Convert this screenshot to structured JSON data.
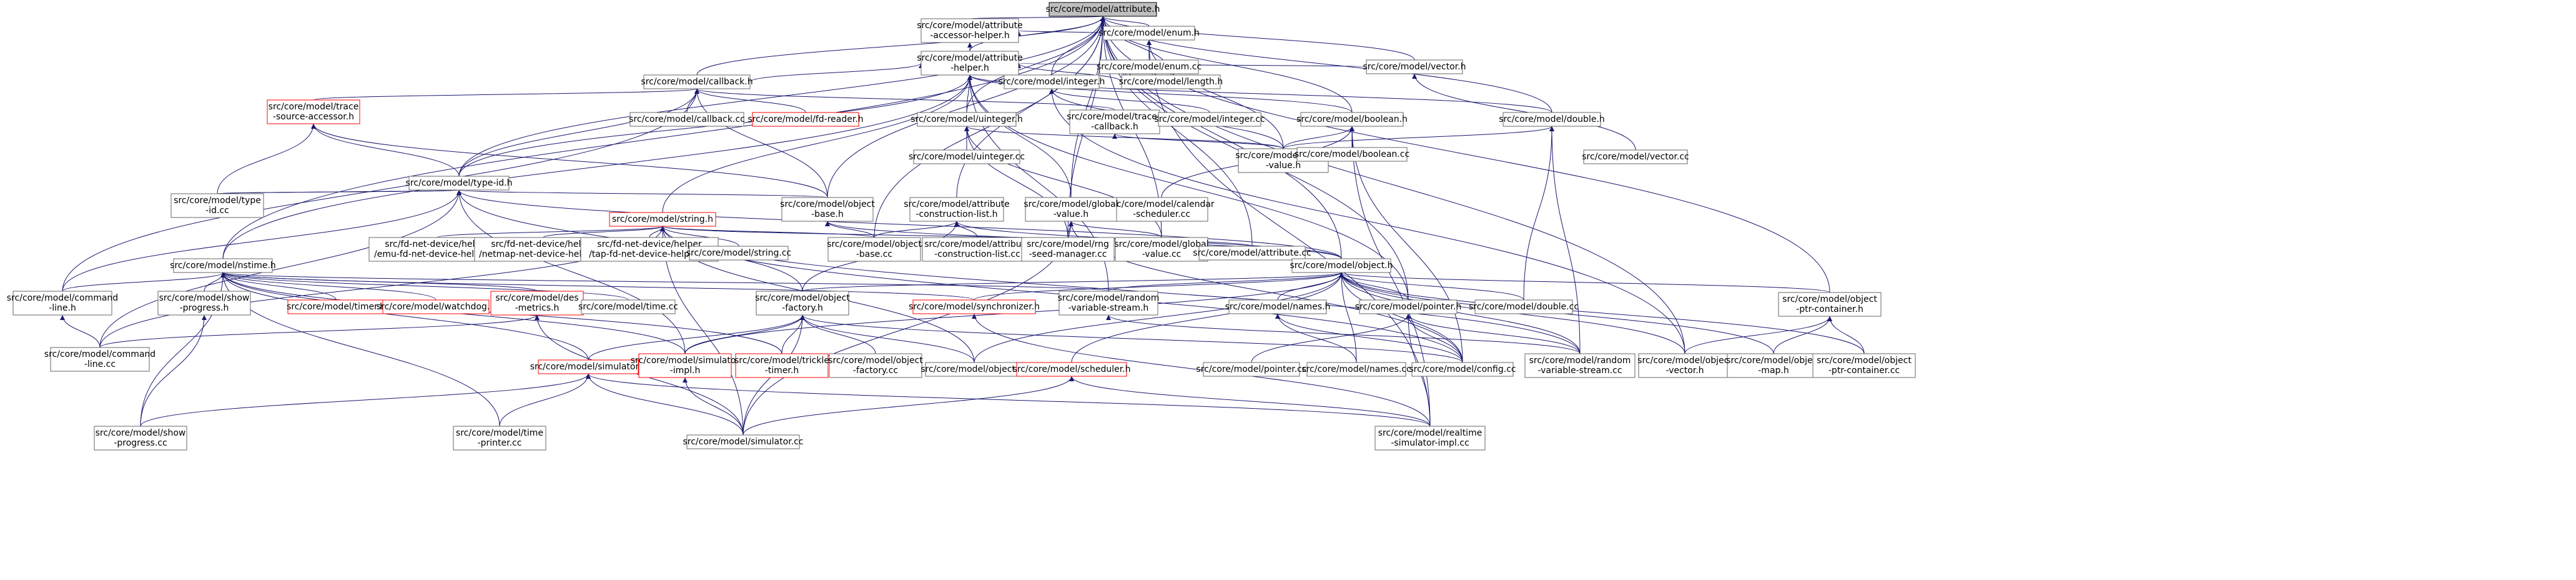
{
  "nodes": [
    {
      "id": "attr",
      "lines": [
        "src/core/model/attribute.h"
      ],
      "kind": "root"
    },
    {
      "id": "acc",
      "lines": [
        "src/core/model/attribute",
        "-accessor-helper.h"
      ]
    },
    {
      "id": "enum",
      "lines": [
        "src/core/model/enum.h"
      ]
    },
    {
      "id": "ahelp",
      "lines": [
        "src/core/model/attribute",
        "-helper.h"
      ]
    },
    {
      "id": "enumcc",
      "lines": [
        "src/core/model/enum.cc"
      ]
    },
    {
      "id": "vector",
      "lines": [
        "src/core/model/vector.h"
      ]
    },
    {
      "id": "callback",
      "lines": [
        "src/core/model/callback.h"
      ]
    },
    {
      "id": "integer",
      "lines": [
        "src/core/model/integer.h"
      ]
    },
    {
      "id": "length",
      "lines": [
        "src/core/model/length.h"
      ]
    },
    {
      "id": "trace",
      "lines": [
        "src/core/model/trace",
        "-source-accessor.h"
      ],
      "kind": "red"
    },
    {
      "id": "callbackcc",
      "lines": [
        "src/core/model/callback.cc"
      ]
    },
    {
      "id": "fdreader",
      "lines": [
        "src/core/model/fd-reader.h"
      ],
      "kind": "red"
    },
    {
      "id": "uinteger",
      "lines": [
        "src/core/model/uinteger.h"
      ]
    },
    {
      "id": "tracedcb",
      "lines": [
        "src/core/model/traced",
        "-callback.h"
      ]
    },
    {
      "id": "integercc",
      "lines": [
        "src/core/model/integer.cc"
      ]
    },
    {
      "id": "boolean",
      "lines": [
        "src/core/model/boolean.h"
      ]
    },
    {
      "id": "double",
      "lines": [
        "src/core/model/double.h"
      ]
    },
    {
      "id": "vectorcc",
      "lines": [
        "src/core/model/vector.cc"
      ]
    },
    {
      "id": "typeid",
      "lines": [
        "src/core/model/type-id.h"
      ]
    },
    {
      "id": "uintegercc",
      "lines": [
        "src/core/model/uinteger.cc"
      ]
    },
    {
      "id": "tracedval",
      "lines": [
        "src/core/model/traced",
        "-value.h"
      ]
    },
    {
      "id": "booleancc",
      "lines": [
        "src/core/model/boolean.cc"
      ]
    },
    {
      "id": "typeidcc",
      "lines": [
        "src/core/model/type",
        "-id.cc"
      ]
    },
    {
      "id": "string",
      "lines": [
        "src/core/model/string.h"
      ],
      "kind": "red"
    },
    {
      "id": "objbase",
      "lines": [
        "src/core/model/object",
        "-base.h"
      ]
    },
    {
      "id": "acl",
      "lines": [
        "src/core/model/attribute",
        "-construction-list.h"
      ]
    },
    {
      "id": "calsched",
      "lines": [
        "src/core/model/calendar",
        "-scheduler.cc"
      ]
    },
    {
      "id": "globalval",
      "lines": [
        "src/core/model/global",
        "-value.h"
      ]
    },
    {
      "id": "nstime",
      "lines": [
        "src/core/model/nstime.h"
      ]
    },
    {
      "id": "emufd",
      "lines": [
        "src/fd-net-device/helper",
        "/emu-fd-net-device-helper.cc"
      ]
    },
    {
      "id": "netmapfd",
      "lines": [
        "src/fd-net-device/helper",
        "/netmap-net-device-helper.cc"
      ]
    },
    {
      "id": "tapfd",
      "lines": [
        "src/fd-net-device/helper",
        "/tap-fd-net-device-helper.cc"
      ]
    },
    {
      "id": "stringcc",
      "lines": [
        "src/core/model/string.cc"
      ]
    },
    {
      "id": "objbasecc",
      "lines": [
        "src/core/model/object",
        "-base.cc"
      ]
    },
    {
      "id": "aclcc",
      "lines": [
        "src/core/model/attribute",
        "-construction-list.cc"
      ]
    },
    {
      "id": "rngseed",
      "lines": [
        "src/core/model/rng",
        "-seed-manager.cc"
      ]
    },
    {
      "id": "globalvalcc",
      "lines": [
        "src/core/model/global",
        "-value.cc"
      ]
    },
    {
      "id": "attrcc",
      "lines": [
        "src/core/model/attribute.cc"
      ]
    },
    {
      "id": "object",
      "lines": [
        "src/core/model/object.h"
      ]
    },
    {
      "id": "cmdline",
      "lines": [
        "src/core/model/command",
        "-line.h"
      ]
    },
    {
      "id": "showprog",
      "lines": [
        "src/core/model/show",
        "-progress.h"
      ]
    },
    {
      "id": "timer",
      "lines": [
        "src/core/model/timer.h"
      ],
      "kind": "red"
    },
    {
      "id": "watchdog",
      "lines": [
        "src/core/model/watchdog.h"
      ],
      "kind": "red"
    },
    {
      "id": "desmetrics",
      "lines": [
        "src/core/model/des",
        "-metrics.h"
      ],
      "kind": "red"
    },
    {
      "id": "timecc",
      "lines": [
        "src/core/model/time.cc"
      ]
    },
    {
      "id": "objfactory",
      "lines": [
        "src/core/model/object",
        "-factory.h"
      ]
    },
    {
      "id": "sync",
      "lines": [
        "src/core/model/synchronizer.h"
      ],
      "kind": "red"
    },
    {
      "id": "randvar",
      "lines": [
        "src/core/model/random",
        "-variable-stream.h"
      ]
    },
    {
      "id": "names",
      "lines": [
        "src/core/model/names.h"
      ]
    },
    {
      "id": "pointer",
      "lines": [
        "src/core/model/pointer.h"
      ]
    },
    {
      "id": "doublecc",
      "lines": [
        "src/core/model/double.cc"
      ]
    },
    {
      "id": "objptr",
      "lines": [
        "src/core/model/object",
        "-ptr-container.h"
      ]
    },
    {
      "id": "cmdlinecc",
      "lines": [
        "src/core/model/command",
        "-line.cc"
      ]
    },
    {
      "id": "simulator",
      "lines": [
        "src/core/model/simulator.h"
      ],
      "kind": "red"
    },
    {
      "id": "simimpl",
      "lines": [
        "src/core/model/simulator",
        "-impl.h"
      ],
      "kind": "red"
    },
    {
      "id": "trickle",
      "lines": [
        "src/core/model/trickle",
        "-timer.h"
      ],
      "kind": "red"
    },
    {
      "id": "objfactorycc",
      "lines": [
        "src/core/model/object",
        "-factory.cc"
      ]
    },
    {
      "id": "objectcc",
      "lines": [
        "src/core/model/object.cc"
      ]
    },
    {
      "id": "scheduler",
      "lines": [
        "src/core/model/scheduler.h"
      ],
      "kind": "red"
    },
    {
      "id": "pointercc",
      "lines": [
        "src/core/model/pointer.cc"
      ]
    },
    {
      "id": "namescc",
      "lines": [
        "src/core/model/names.cc"
      ]
    },
    {
      "id": "configcc",
      "lines": [
        "src/core/model/config.cc"
      ]
    },
    {
      "id": "randvarcc",
      "lines": [
        "src/core/model/random",
        "-variable-stream.cc"
      ]
    },
    {
      "id": "objvector",
      "lines": [
        "src/core/model/object",
        "-vector.h"
      ]
    },
    {
      "id": "objmap",
      "lines": [
        "src/core/model/object",
        "-map.h"
      ]
    },
    {
      "id": "objptrcc",
      "lines": [
        "src/core/model/object",
        "-ptr-container.cc"
      ]
    },
    {
      "id": "showprogcc",
      "lines": [
        "src/core/model/show",
        "-progress.cc"
      ]
    },
    {
      "id": "timeprinter",
      "lines": [
        "src/core/model/time",
        "-printer.cc"
      ]
    },
    {
      "id": "simulatorcc",
      "lines": [
        "src/core/model/simulator.cc"
      ]
    },
    {
      "id": "realtime",
      "lines": [
        "src/core/model/realtime",
        "-simulator-impl.cc"
      ]
    }
  ],
  "edges": [
    [
      "acc",
      "attr"
    ],
    [
      "enum",
      "attr"
    ],
    [
      "ahelp",
      "attr"
    ],
    [
      "ahelp",
      "acc"
    ],
    [
      "enum",
      "acc"
    ],
    [
      "vector",
      "attr"
    ],
    [
      "callback",
      "attr"
    ],
    [
      "integer",
      "attr"
    ],
    [
      "length",
      "attr"
    ],
    [
      "uinteger",
      "attr"
    ],
    [
      "boolean",
      "attr"
    ],
    [
      "double",
      "attr"
    ],
    [
      "typeid",
      "attr"
    ],
    [
      "acl",
      "attr"
    ],
    [
      "globalval",
      "attr"
    ],
    [
      "nstime",
      "attr"
    ],
    [
      "object",
      "attr"
    ],
    [
      "pointer",
      "attr"
    ],
    [
      "objptr",
      "attr"
    ],
    [
      "objvector",
      "attr"
    ],
    [
      "attrcc",
      "attr"
    ],
    [
      "objbase",
      "attr"
    ],
    [
      "objbasecc",
      "attr"
    ],
    [
      "rngseed",
      "attr"
    ],
    [
      "globalvalcc",
      "attr"
    ],
    [
      "enumcc",
      "enum"
    ],
    [
      "tracedval",
      "enum"
    ],
    [
      "realtime",
      "enum"
    ],
    [
      "callback",
      "ahelp"
    ],
    [
      "integer",
      "ahelp"
    ],
    [
      "length",
      "ahelp"
    ],
    [
      "vector",
      "ahelp"
    ],
    [
      "uinteger",
      "ahelp"
    ],
    [
      "boolean",
      "ahelp"
    ],
    [
      "double",
      "ahelp"
    ],
    [
      "typeid",
      "ahelp"
    ],
    [
      "string",
      "ahelp"
    ],
    [
      "nstime",
      "ahelp"
    ],
    [
      "pointer",
      "ahelp"
    ],
    [
      "randvar",
      "ahelp"
    ],
    [
      "globalval",
      "ahelp"
    ],
    [
      "trace",
      "callback"
    ],
    [
      "callbackcc",
      "callback"
    ],
    [
      "fdreader",
      "callback"
    ],
    [
      "tracedcb",
      "callback"
    ],
    [
      "typeid",
      "callback"
    ],
    [
      "cmdline",
      "callback"
    ],
    [
      "objbase",
      "callback"
    ],
    [
      "integercc",
      "integer"
    ],
    [
      "tracedval",
      "integer"
    ],
    [
      "objvector",
      "integer"
    ],
    [
      "vectorcc",
      "vector"
    ],
    [
      "uintegercc",
      "uinteger"
    ],
    [
      "tracedval",
      "uinteger"
    ],
    [
      "globalvalcc",
      "uinteger"
    ],
    [
      "rngseed",
      "uinteger"
    ],
    [
      "tracedval",
      "tracedcb"
    ],
    [
      "booleancc",
      "boolean"
    ],
    [
      "tracedval",
      "boolean"
    ],
    [
      "calsched",
      "boolean"
    ],
    [
      "configcc",
      "boolean"
    ],
    [
      "realtime",
      "boolean"
    ],
    [
      "tracedval",
      "double"
    ],
    [
      "doublecc",
      "double"
    ],
    [
      "randvarcc",
      "double"
    ],
    [
      "typeid",
      "trace"
    ],
    [
      "objbase",
      "trace"
    ],
    [
      "typeidcc",
      "trace"
    ],
    [
      "typeidcc",
      "typeid"
    ],
    [
      "objbase",
      "typeid"
    ],
    [
      "cmdline",
      "typeid"
    ],
    [
      "cmdlinecc",
      "typeid"
    ],
    [
      "object",
      "typeid"
    ],
    [
      "objfactory",
      "typeid"
    ],
    [
      "simimpl",
      "typeid"
    ],
    [
      "typeidcc",
      "typeid"
    ],
    [
      "emufd",
      "string"
    ],
    [
      "netmapfd",
      "string"
    ],
    [
      "tapfd",
      "string"
    ],
    [
      "stringcc",
      "string"
    ],
    [
      "objbasecc",
      "string"
    ],
    [
      "attrcc",
      "string"
    ],
    [
      "cmdlinecc",
      "string"
    ],
    [
      "objectcc",
      "string"
    ],
    [
      "configcc",
      "string"
    ],
    [
      "simulatorcc",
      "string"
    ],
    [
      "randvarcc",
      "string"
    ],
    [
      "objbasecc",
      "objbase"
    ],
    [
      "object",
      "objbase"
    ],
    [
      "aclcc",
      "acl"
    ],
    [
      "objbasecc",
      "acl"
    ],
    [
      "object",
      "acl"
    ],
    [
      "objfactory",
      "acl"
    ],
    [
      "rngseed",
      "globalval"
    ],
    [
      "globalvalcc",
      "globalval"
    ],
    [
      "simulatorcc",
      "globalval"
    ],
    [
      "configcc",
      "globalval"
    ],
    [
      "cmdline",
      "nstime"
    ],
    [
      "showprog",
      "nstime"
    ],
    [
      "timer",
      "nstime"
    ],
    [
      "watchdog",
      "nstime"
    ],
    [
      "desmetrics",
      "nstime"
    ],
    [
      "timecc",
      "nstime"
    ],
    [
      "sync",
      "nstime"
    ],
    [
      "randvar",
      "nstime"
    ],
    [
      "simulator",
      "nstime"
    ],
    [
      "simimpl",
      "nstime"
    ],
    [
      "trickle",
      "nstime"
    ],
    [
      "showprogcc",
      "nstime"
    ],
    [
      "timeprinter",
      "nstime"
    ],
    [
      "objfactory",
      "object"
    ],
    [
      "sync",
      "object"
    ],
    [
      "randvar",
      "object"
    ],
    [
      "names",
      "object"
    ],
    [
      "pointer",
      "object"
    ],
    [
      "doublecc",
      "object"
    ],
    [
      "objptr",
      "object"
    ],
    [
      "simimpl",
      "object"
    ],
    [
      "scheduler",
      "object"
    ],
    [
      "objectcc",
      "object"
    ],
    [
      "configcc",
      "object"
    ],
    [
      "namescc",
      "object"
    ],
    [
      "randvarcc",
      "object"
    ],
    [
      "objvector",
      "object"
    ],
    [
      "objmap",
      "object"
    ],
    [
      "objptrcc",
      "object"
    ],
    [
      "cmdlinecc",
      "cmdline"
    ],
    [
      "showprogcc",
      "showprog"
    ],
    [
      "cmdlinecc",
      "desmetrics"
    ],
    [
      "simulatorcc",
      "desmetrics"
    ],
    [
      "simulator",
      "objfactory"
    ],
    [
      "simimpl",
      "objfactory"
    ],
    [
      "trickle",
      "objfactory"
    ],
    [
      "objfactorycc",
      "objfactory"
    ],
    [
      "objectcc",
      "objfactory"
    ],
    [
      "simulatorcc",
      "objfactory"
    ],
    [
      "configcc",
      "objfactory"
    ],
    [
      "realtime",
      "sync"
    ],
    [
      "randvarcc",
      "randvar"
    ],
    [
      "namescc",
      "names"
    ],
    [
      "configcc",
      "names"
    ],
    [
      "pointercc",
      "pointer"
    ],
    [
      "configcc",
      "pointer"
    ],
    [
      "randvarcc",
      "pointer"
    ],
    [
      "realtime",
      "pointer"
    ],
    [
      "objvector",
      "objptr"
    ],
    [
      "objmap",
      "objptr"
    ],
    [
      "objptrcc",
      "objptr"
    ],
    [
      "showprogcc",
      "simulator"
    ],
    [
      "timeprinter",
      "simulator"
    ],
    [
      "simulatorcc",
      "simulator"
    ],
    [
      "realtime",
      "simulator"
    ],
    [
      "simulatorcc",
      "simimpl"
    ],
    [
      "simulatorcc",
      "scheduler"
    ],
    [
      "realtime",
      "scheduler"
    ]
  ]
}
